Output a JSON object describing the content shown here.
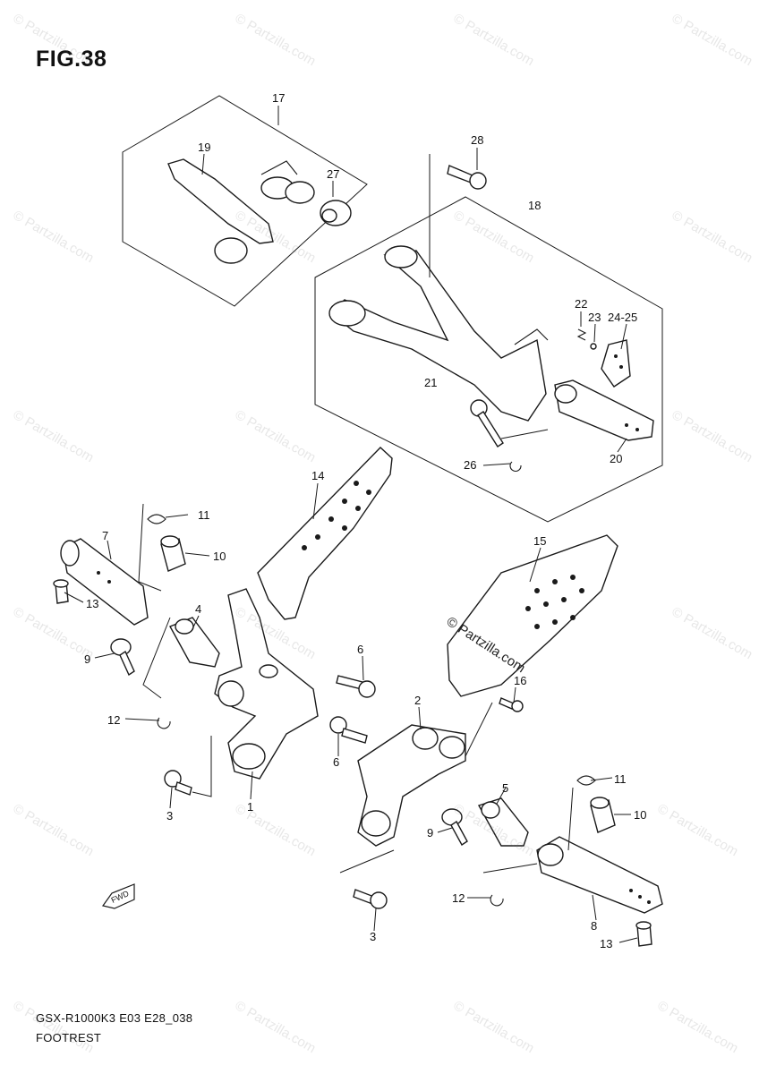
{
  "figure_title": "FIG.38",
  "footer": {
    "model_line": "GSX-R1000K3 E03 E28_038",
    "caption": "FOOTREST"
  },
  "watermark_text": "© Partzilla.com",
  "fwd_label": "FWD",
  "callouts": {
    "c17": "17",
    "c19": "19",
    "c27": "27",
    "c28": "28",
    "c18": "18",
    "c22": "22",
    "c23": "23",
    "c2425": "24-25",
    "c21": "21",
    "c26": "26",
    "c20": "20",
    "c14": "14",
    "c11a": "11",
    "c7": "7",
    "c10a": "10",
    "c13a": "13",
    "c4": "4",
    "c9a": "9",
    "c15": "15",
    "c6a": "6",
    "c16": "16",
    "c12a": "12",
    "c2": "2",
    "c6b": "6",
    "c3a": "3",
    "c1": "1",
    "c5": "5",
    "c11b": "11",
    "c10b": "10",
    "c9b": "9",
    "c12b": "12",
    "c8": "8",
    "c3b": "3",
    "c13b": "13"
  }
}
